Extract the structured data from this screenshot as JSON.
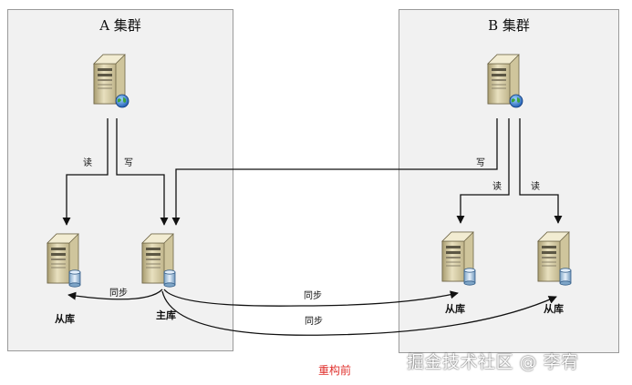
{
  "clusters": {
    "a": {
      "title": "A 集群"
    },
    "b": {
      "title": "B 集群"
    }
  },
  "edges": {
    "read_a": "读",
    "write_a": "写",
    "write_b": "写",
    "read_b1": "读",
    "read_b2": "读",
    "sync_local": "同步",
    "sync_b1": "同步",
    "sync_b2": "同步"
  },
  "nodes": {
    "replica_a": "从库",
    "master_a": "主库",
    "replica_b1": "从库",
    "replica_b2": "从库"
  },
  "caption": "重构前",
  "watermark": "掘金技术社区 @ 李宥",
  "icons": [
    "web-server-icon",
    "database-server-icon"
  ],
  "colors": {
    "caption": "#e0302c",
    "cluster_bg": "#f1f1f1"
  }
}
